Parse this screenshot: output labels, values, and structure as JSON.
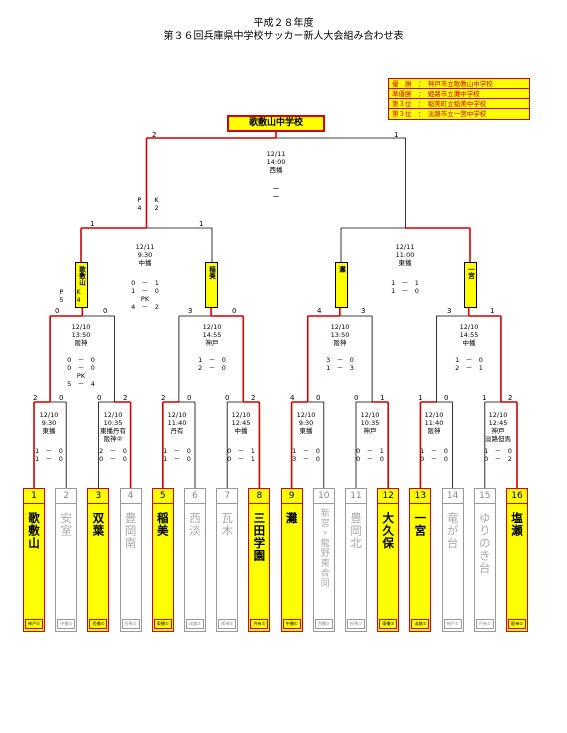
{
  "header": {
    "line1": "平成２８年度",
    "line2": "第３６回兵庫県中学校サッカー新人大会組み合わせ表"
  },
  "results": [
    {
      "text": "優　勝　：　神戸市立歌敷山中学校"
    },
    {
      "text": "準優勝　：　姫路市立灘中学校"
    },
    {
      "text": "第３位　：　稲美町立稲美中学校"
    },
    {
      "text": "第３位　：　淡路市立一宮中学校"
    }
  ],
  "champion": "歌敷山中学校",
  "final": {
    "info": "12/11\n14:00\n西播",
    "dash": "ー\nー",
    "pk": "P　　K\n4　　2",
    "left_score": "2",
    "right_score": "1"
  },
  "semis": [
    {
      "info": "12/11\n9:30\n中播",
      "scores": "0　－　1\n1　－　0\nPK\n4　－　2",
      "left_score": "1",
      "right_score": "1"
    },
    {
      "info": "12/11\n11:00\n東播",
      "scores": "1　－　1\n1　－　0",
      "left_score": "",
      "right_score": ""
    }
  ],
  "semi_teams": [
    {
      "label": "歌敷山"
    },
    {
      "label": "稲美"
    },
    {
      "label": "灘"
    },
    {
      "label": "一宮"
    }
  ],
  "qf": [
    {
      "info": "12/10\n13:50\n阪神",
      "scores": "0　－　0\n0　－　0\nPK\n5　－　4",
      "left_score": "0",
      "right_score": "0",
      "pk": "P　　K\n5　　4"
    },
    {
      "info": "12/10\n14:55\n神戸",
      "scores": "1　－　0\n2　－　0",
      "left_score": "3",
      "right_score": "0"
    },
    {
      "info": "12/10\n13:50\n阪神",
      "scores": "3　－　0\n1　－　3",
      "left_score": "4",
      "right_score": "3"
    },
    {
      "info": "12/10\n14:55\n中播",
      "scores": "1　－　0\n2　－　1",
      "left_score": "3",
      "right_score": "1"
    }
  ],
  "r1": [
    {
      "info": "12/10\n9:30\n東播",
      "scores": "1　－　0\n1　－　0",
      "ls": "2",
      "rs": "0"
    },
    {
      "info": "12/10\n10:35\n東播丹有\n阪神②",
      "scores": "2　－　0\n0　－　0",
      "ls": "0",
      "rs": "2"
    },
    {
      "info": "12/10\n11:40\n丹有",
      "scores": "1　－　0\n1　－　0",
      "ls": "2",
      "rs": "0"
    },
    {
      "info": "12/10\n12:45\n中播",
      "scores": "0　－　1\n0　－　1",
      "ls": "0",
      "rs": "2"
    },
    {
      "info": "12/10\n9:30\n東播",
      "scores": "1　－　0\n3　－　0",
      "ls": "4",
      "rs": "0"
    },
    {
      "info": "12/10\n10:35\n神戸",
      "scores": "0　－　1\n0　－　0",
      "ls": "0",
      "rs": "1"
    },
    {
      "info": "12/10\n11:40\n阪神",
      "scores": "1　－　0\n0　－　0",
      "ls": "1",
      "rs": "0"
    },
    {
      "info": "12/10\n12:45\n神戸\n淡路但馬",
      "scores": "1　－　0\n0　－　2",
      "ls": "1",
      "rs": "2"
    }
  ],
  "teams": [
    {
      "num": "1",
      "name": "歌敷山",
      "region": "神戸①",
      "win": true
    },
    {
      "num": "2",
      "name": "安室",
      "region": "中播②",
      "win": false
    },
    {
      "num": "3",
      "name": "双葉",
      "region": "西播①",
      "win": true
    },
    {
      "num": "4",
      "name": "豊岡南",
      "region": "但馬②",
      "win": false
    },
    {
      "num": "5",
      "name": "稲美",
      "region": "東播①",
      "win": true
    },
    {
      "num": "6",
      "name": "西淡",
      "region": "淡路②",
      "win": false
    },
    {
      "num": "7",
      "name": "瓦木",
      "region": "阪神③",
      "win": false
    },
    {
      "num": "8",
      "name": "三田学園",
      "region": "丹有②",
      "win": true
    },
    {
      "num": "9",
      "name": "灘",
      "region": "中播①",
      "win": true
    },
    {
      "num": "10",
      "name": "新宮・龍野東合同",
      "region": "西播②",
      "win": false
    },
    {
      "num": "11",
      "name": "豊岡北",
      "region": "但馬①",
      "win": false
    },
    {
      "num": "12",
      "name": "大久保",
      "region": "東播②",
      "win": true
    },
    {
      "num": "13",
      "name": "一宮",
      "region": "淡路①",
      "win": true
    },
    {
      "num": "14",
      "name": "竜が台",
      "region": "神戸②",
      "win": false
    },
    {
      "num": "15",
      "name": "ゆりのき台",
      "region": "丹有①",
      "win": false
    },
    {
      "num": "16",
      "name": "塩瀬",
      "region": "阪神②",
      "win": true
    }
  ],
  "colors": {
    "win_line": "#d00000",
    "lose_line": "#000000",
    "win_fill": "#ffff00"
  }
}
